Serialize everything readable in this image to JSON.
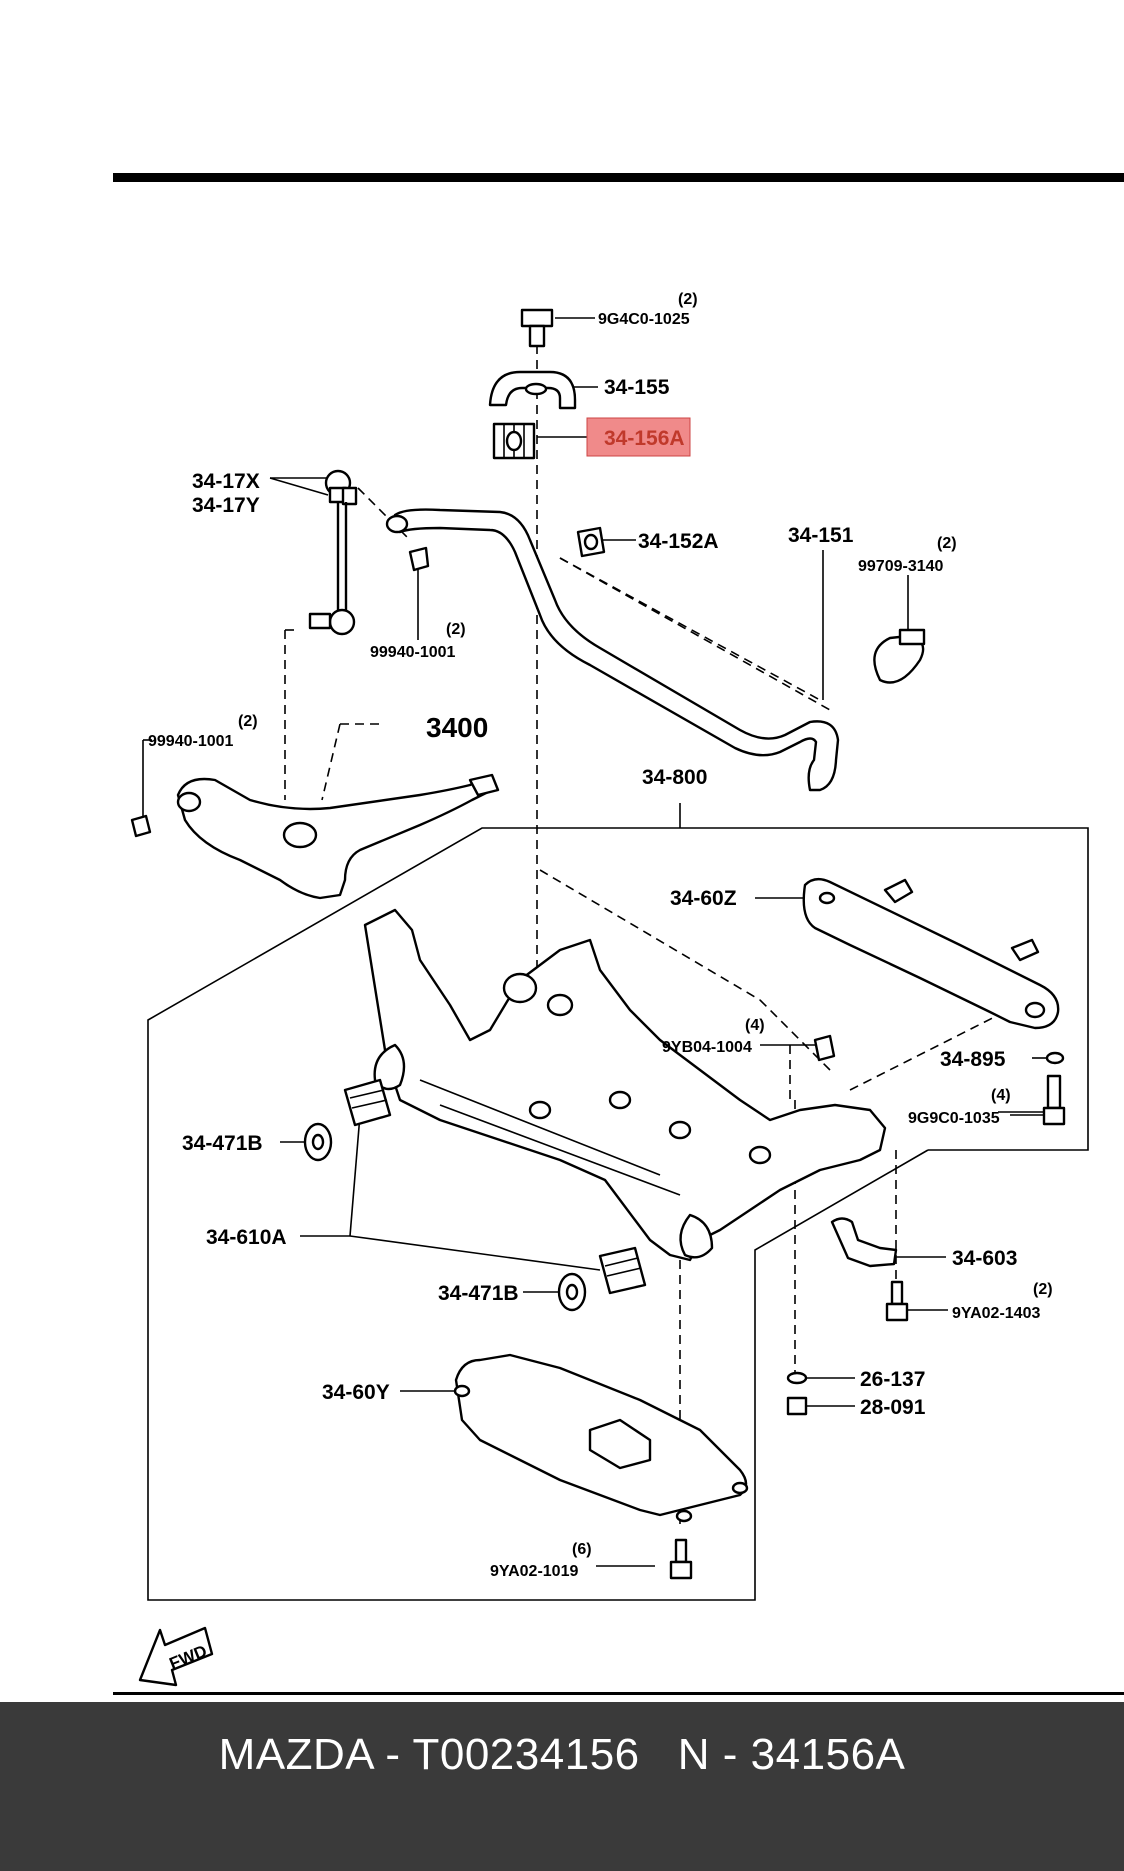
{
  "diagram": {
    "labels": {
      "bolt_top": "9G4C0-1025",
      "bolt_top_qty": "(2)",
      "bracket": "34-155",
      "bushing_highlight": "34-156A",
      "link_x": "34-17X",
      "link_y": "34-17Y",
      "nut_link": "99940-1001",
      "nut_link_qty": "(2)",
      "bushing_152a": "34-152A",
      "stabilizer": "34-151",
      "clip": "99709-3140",
      "clip_qty": "(2)",
      "nut_arm": "99940-1001",
      "nut_arm_qty": "(2)",
      "arm_ref": "3400",
      "crossmember": "34-800",
      "member_60z": "34-60Z",
      "nut_9yb": "9YB04-1004",
      "nut_9yb_qty": "(4)",
      "washer_895": "34-895",
      "bolt_9g9": "9G9C0-1035",
      "bolt_9g9_qty": "(4)",
      "washer_471b_upper": "34-471B",
      "bushing_610a": "34-610A",
      "washer_471b_lower": "34-471B",
      "bracket_603": "34-603",
      "bolt_9ya_1403": "9YA02-1403",
      "bolt_9ya_1403_qty": "(2)",
      "washer_26137": "26-137",
      "nut_28091": "28-091",
      "plate_60y": "34-60Y",
      "bolt_9ya_1019": "9YA02-1019",
      "bolt_9ya_1019_qty": "(6)",
      "fwd": "FWD"
    },
    "highlight_color": "#f08a8a"
  },
  "footer": {
    "text": "MAZDA - T00234156   N - 34156A",
    "background": "#3a3a3a"
  }
}
